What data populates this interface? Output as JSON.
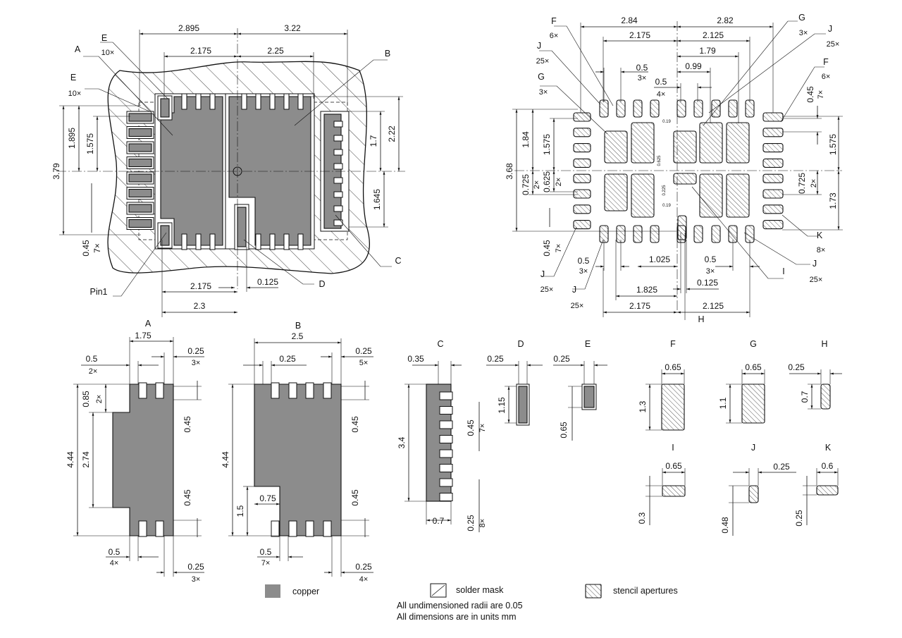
{
  "legend": {
    "copper": "copper",
    "solder_mask": "solder mask",
    "stencil": "stencil apertures",
    "note_radii": "All undimensioned radii are 0.05",
    "note_units": "All dimensions are in units mm"
  },
  "copper_view": {
    "dims": {
      "top_left": "2.895",
      "top_right": "3.22",
      "a_w": "2.175",
      "b_w": "2.25",
      "h_379": "3.79",
      "h_1895": "1.895",
      "h_1575": "1.575",
      "h_17": "1.7",
      "h_222": "2.22",
      "h_1645": "1.645",
      "pitch": "0.45",
      "pitch_n": "7×",
      "bottom_2175": "2.175",
      "bottom_23": "2.3",
      "gap": "0.125"
    },
    "labels": {
      "a": "A",
      "b": "B",
      "c": "C",
      "d": "D",
      "e1": "E",
      "e1n": "10×",
      "e2": "E",
      "e2n": "10×",
      "pin1": "Pin1"
    }
  },
  "stencil_view": {
    "dims": {
      "top_left": "2.84",
      "top_right": "2.82",
      "l2175": "2.175",
      "r2125": "2.125",
      "r179": "1.79",
      "r099": "0.99",
      "p05a": "0.5",
      "p05a_n": "3×",
      "p05b": "0.5",
      "p05b_n": "4×",
      "h368": "3.68",
      "h184": "1.84",
      "h1575l": "1.575",
      "h0725l": "0.725",
      "h0725l_n": "2×",
      "h0625": "0.625",
      "h0625_n": "2×",
      "r045": "0.45",
      "r045_n": "7×",
      "r1575": "1.575",
      "r0725": "0.725",
      "r0725_n": "2×",
      "r173": "1.73",
      "l045": "0.45",
      "l045_n": "7×",
      "b05l": "0.5",
      "b05l_n": "3×",
      "b1025": "1.025",
      "b05r": "0.5",
      "b05r_n": "3×",
      "b1825": "1.825",
      "b0125": "0.125",
      "b2175": "2.175",
      "b2125": "2.125",
      "t019a": "0.19",
      "t0625": "0.625",
      "t0225": "0.225",
      "t019b": "0.19"
    },
    "labels": {
      "f1": "F",
      "f1n": "6×",
      "j1": "J",
      "j1n": "25×",
      "g1": "G",
      "g1n": "3×",
      "g2": "G",
      "g2n": "3×",
      "j2": "J",
      "j2n": "25×",
      "f2": "F",
      "f2n": "6×",
      "k": "K",
      "kn": "8×",
      "i": "I",
      "j3": "J",
      "j3n": "25×",
      "h": "H",
      "j4": "J",
      "j4n": "25×",
      "j5": "J",
      "j5n": "25×"
    }
  },
  "details": {
    "A": {
      "title": "A",
      "w": "1.75",
      "p05": "0.5",
      "p05n": "2×",
      "t025": "0.25",
      "t025n": "3×",
      "h444": "4.44",
      "h085": "0.85",
      "h085n": "2×",
      "h274": "2.74",
      "r045a": "0.45",
      "r045b": "0.45",
      "b05": "0.5",
      "b05n": "4×",
      "b025": "0.25",
      "b025n": "3×"
    },
    "B": {
      "title": "B",
      "w": "2.5",
      "p025": "0.25",
      "t025": "0.25",
      "t025n": "5×",
      "h444": "4.44",
      "h15": "1.5",
      "w075": "0.75",
      "r045a": "0.45",
      "r045b": "0.45",
      "b05": "0.5",
      "b05n": "7×",
      "b025": "0.25",
      "b025n": "4×"
    },
    "C": {
      "title": "C",
      "w035": "0.35",
      "h34": "3.4",
      "w07": "0.7",
      "p045": "0.45",
      "p045n": "7×",
      "p025": "0.25",
      "p025n": "8×"
    },
    "D": {
      "title": "D",
      "w": "0.25",
      "h": "1.15"
    },
    "E": {
      "title": "E",
      "w": "0.25",
      "h": "0.65"
    },
    "F": {
      "title": "F",
      "w": "0.65",
      "h": "1.3"
    },
    "G": {
      "title": "G",
      "w": "0.65",
      "h": "1.1"
    },
    "H": {
      "title": "H",
      "w": "0.25",
      "h": "0.7"
    },
    "I": {
      "title": "I",
      "w": "0.65",
      "h": "0.3"
    },
    "J": {
      "title": "J",
      "w": "0.25",
      "h": "0.48"
    },
    "K": {
      "title": "K",
      "w": "0.6",
      "h": "0.25"
    }
  }
}
